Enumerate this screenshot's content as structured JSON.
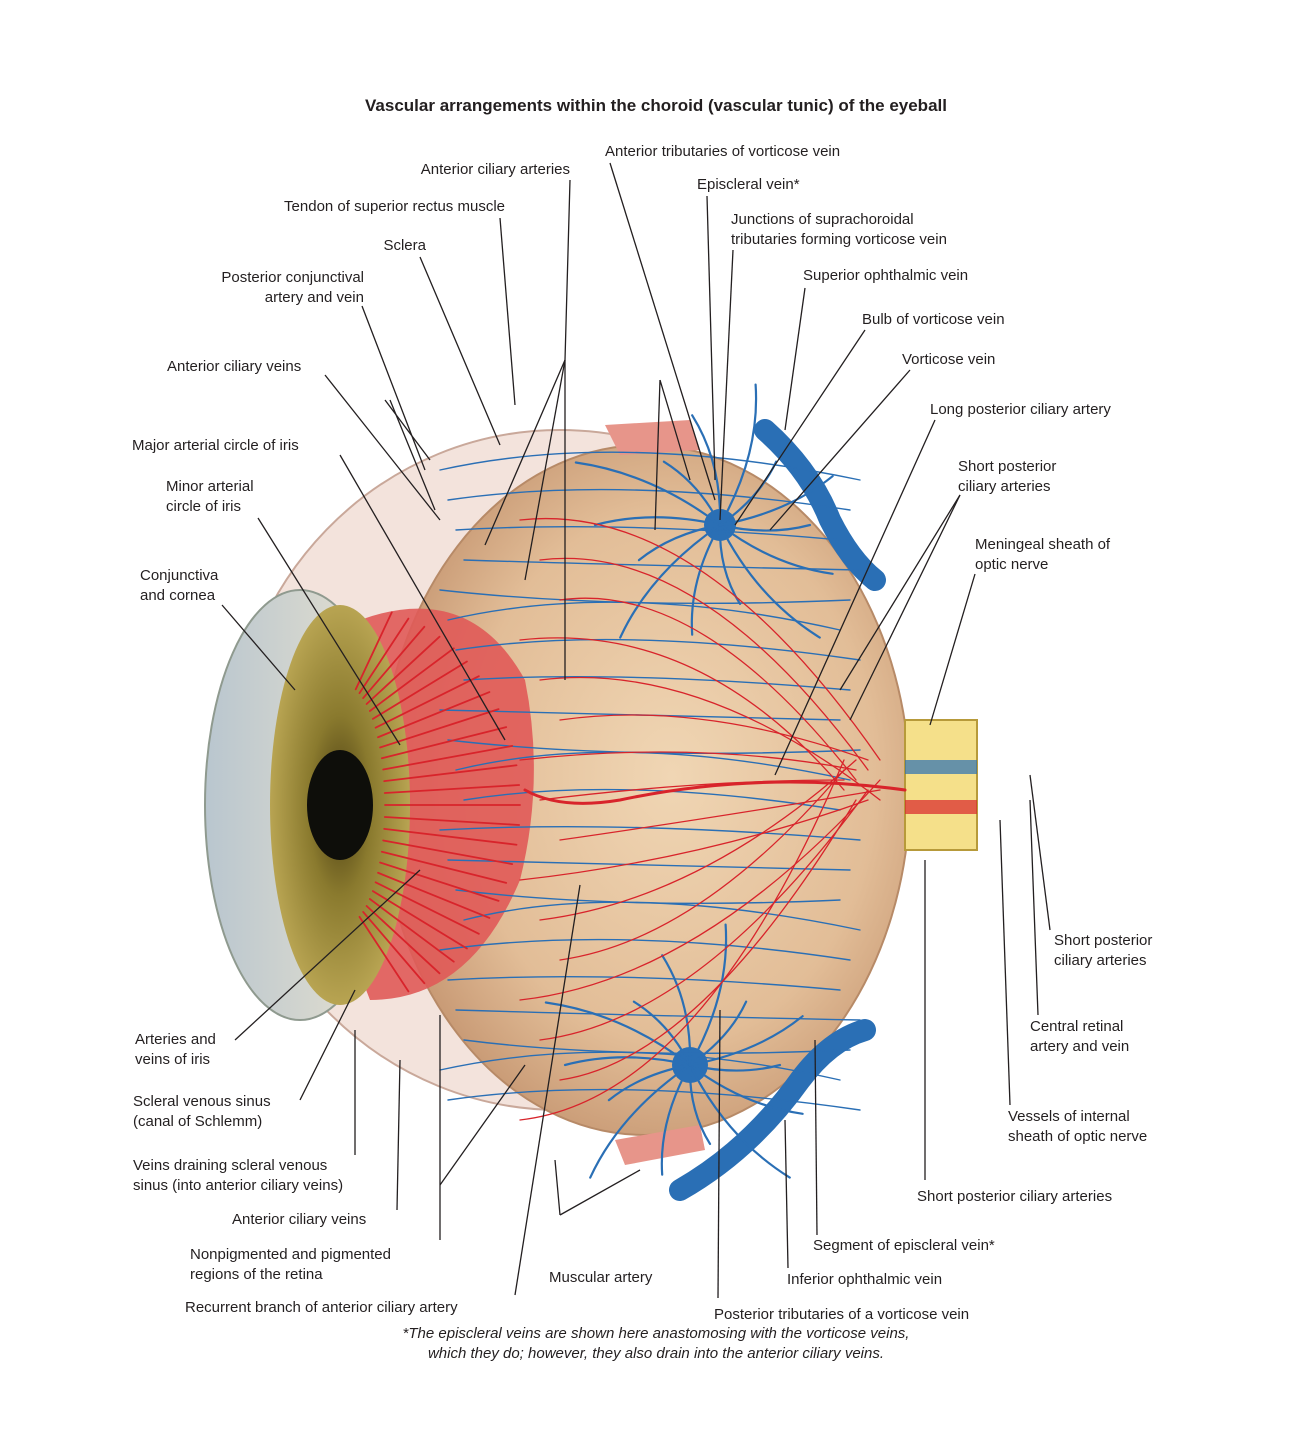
{
  "title": "Vascular arrangements within the choroid (vascular tunic) of the eyeball",
  "labels": {
    "anterior_ciliary_arteries": "Anterior ciliary arteries",
    "tendon_sup_rectus": "Tendon of superior rectus muscle",
    "sclera": "Sclera",
    "post_conj_1": "Posterior conjunctival",
    "post_conj_2": "artery and vein",
    "ant_ciliary_veins_top": "Anterior ciliary veins",
    "major_art_circle": "Major arterial circle of iris",
    "minor_art_1": "Minor arterial",
    "minor_art_2": "circle of iris",
    "conj_1": "Conjunctiva",
    "conj_2": "and cornea",
    "ant_trib_vort": "Anterior tributaries of vorticose vein",
    "episcleral": "Episcleral vein*",
    "junctions_1": "Junctions of suprachoroidal",
    "junctions_2": "tributaries forming vorticose vein",
    "sup_ophth": "Superior ophthalmic vein",
    "bulb_vort": "Bulb of vorticose vein",
    "vorticose": "Vorticose vein",
    "long_post_cil": "Long posterior ciliary artery",
    "short_post_top_1": "Short posterior",
    "short_post_top_2": "ciliary arteries",
    "meningeal_1": "Meningeal sheath of",
    "meningeal_2": "optic nerve",
    "short_post_right_1": "Short posterior",
    "short_post_right_2": "ciliary arteries",
    "central_ret_1": "Central retinal",
    "central_ret_2": "artery and vein",
    "vessels_int_1": "Vessels of internal",
    "vessels_int_2": "sheath of optic nerve",
    "short_post_bottom": "Short posterior ciliary arteries",
    "segment_epi": "Segment of episcleral vein*",
    "inf_ophth": "Inferior ophthalmic vein",
    "post_trib": "Posterior tributaries of a vorticose vein",
    "muscular_artery": "Muscular artery",
    "recurrent_branch": "Recurrent branch of anterior ciliary artery",
    "nonpig_1": "Nonpigmented and pigmented",
    "nonpig_2": "regions of the retina",
    "ant_ciliary_veins_bottom": "Anterior ciliary veins",
    "veins_draining_1": "Veins draining scleral venous",
    "veins_draining_2": "sinus (into anterior ciliary veins)",
    "scleral_sinus_1": "Scleral venous sinus",
    "scleral_sinus_2": "(canal of Schlemm)",
    "arteries_iris_1": "Arteries and",
    "arteries_iris_2": "veins of iris"
  },
  "footnote": {
    "line1": "*The episcleral veins are shown here anastomosing with the vorticose veins,",
    "line2": "which they do; however, they also drain into the anterior ciliary veins."
  },
  "colors": {
    "artery": "#d8242b",
    "vein": "#2a6fb5",
    "sclera_tan": "#e6c7a4",
    "iris": "#8a7a2e"
  }
}
